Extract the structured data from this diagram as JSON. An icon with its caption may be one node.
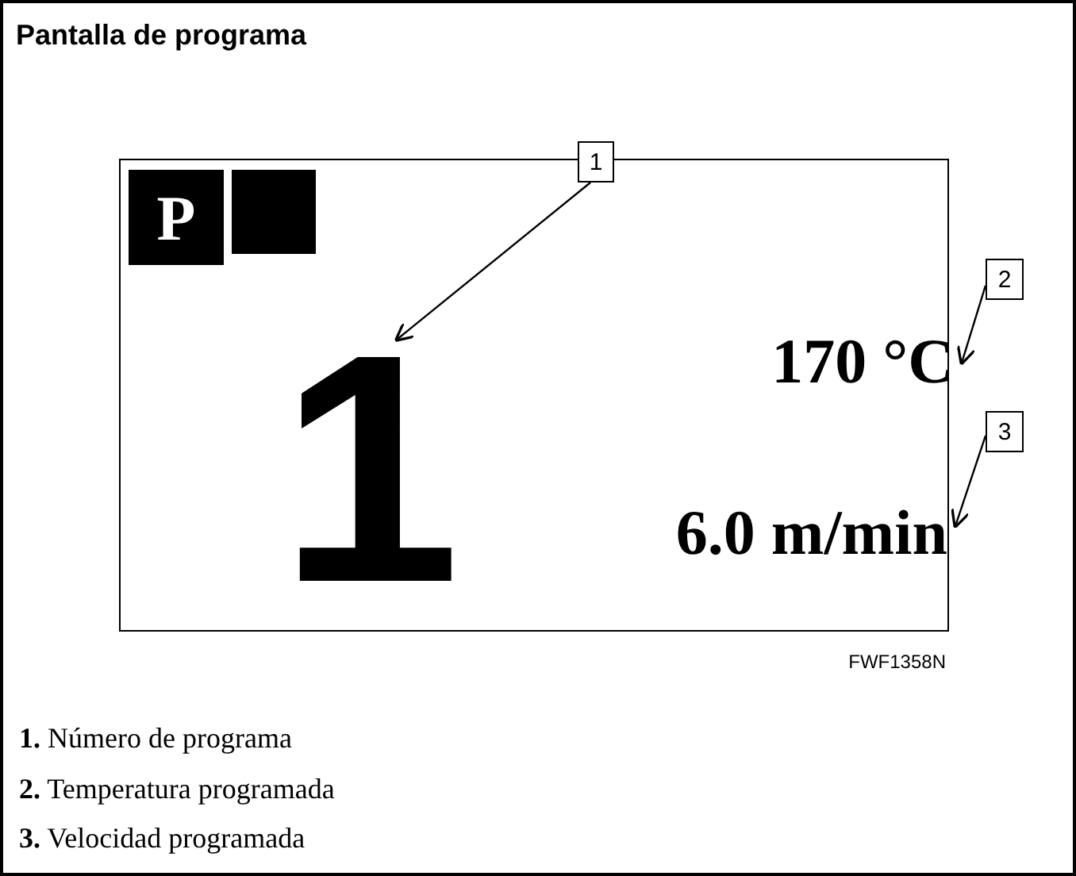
{
  "diagram": {
    "title": "Pantalla de programa",
    "nodes": [
      {
        "text": [],
        "shape": "box"
      },
      {
        "text": [
          "P"
        ],
        "in": 0
      },
      {
        "text": [],
        "shape": "box",
        "in": 0
      },
      {
        "text": [
          "1"
        ],
        "in": 0
      },
      {
        "text": [
          "170 °C"
        ],
        "in": 0
      },
      {
        "text": [
          "6.0 m/min"
        ],
        "in": 0
      },
      {
        "text": [
          "1"
        ]
      },
      {
        "text": [
          "2"
        ]
      },
      {
        "text": [
          "3"
        ]
      }
    ],
    "edges": [
      {
        "from": 6,
        "to": 3,
        "arrow": "to"
      },
      {
        "from": 7,
        "to": 4,
        "arrow": "to"
      },
      {
        "from": 8,
        "to": 5,
        "arrow": "to"
      }
    ],
    "labels": [
      "FWF1358N",
      "**1.** Número de programa",
      "**2.** Temperatura programada",
      "**3.** Velocidad programada"
    ]
  }
}
